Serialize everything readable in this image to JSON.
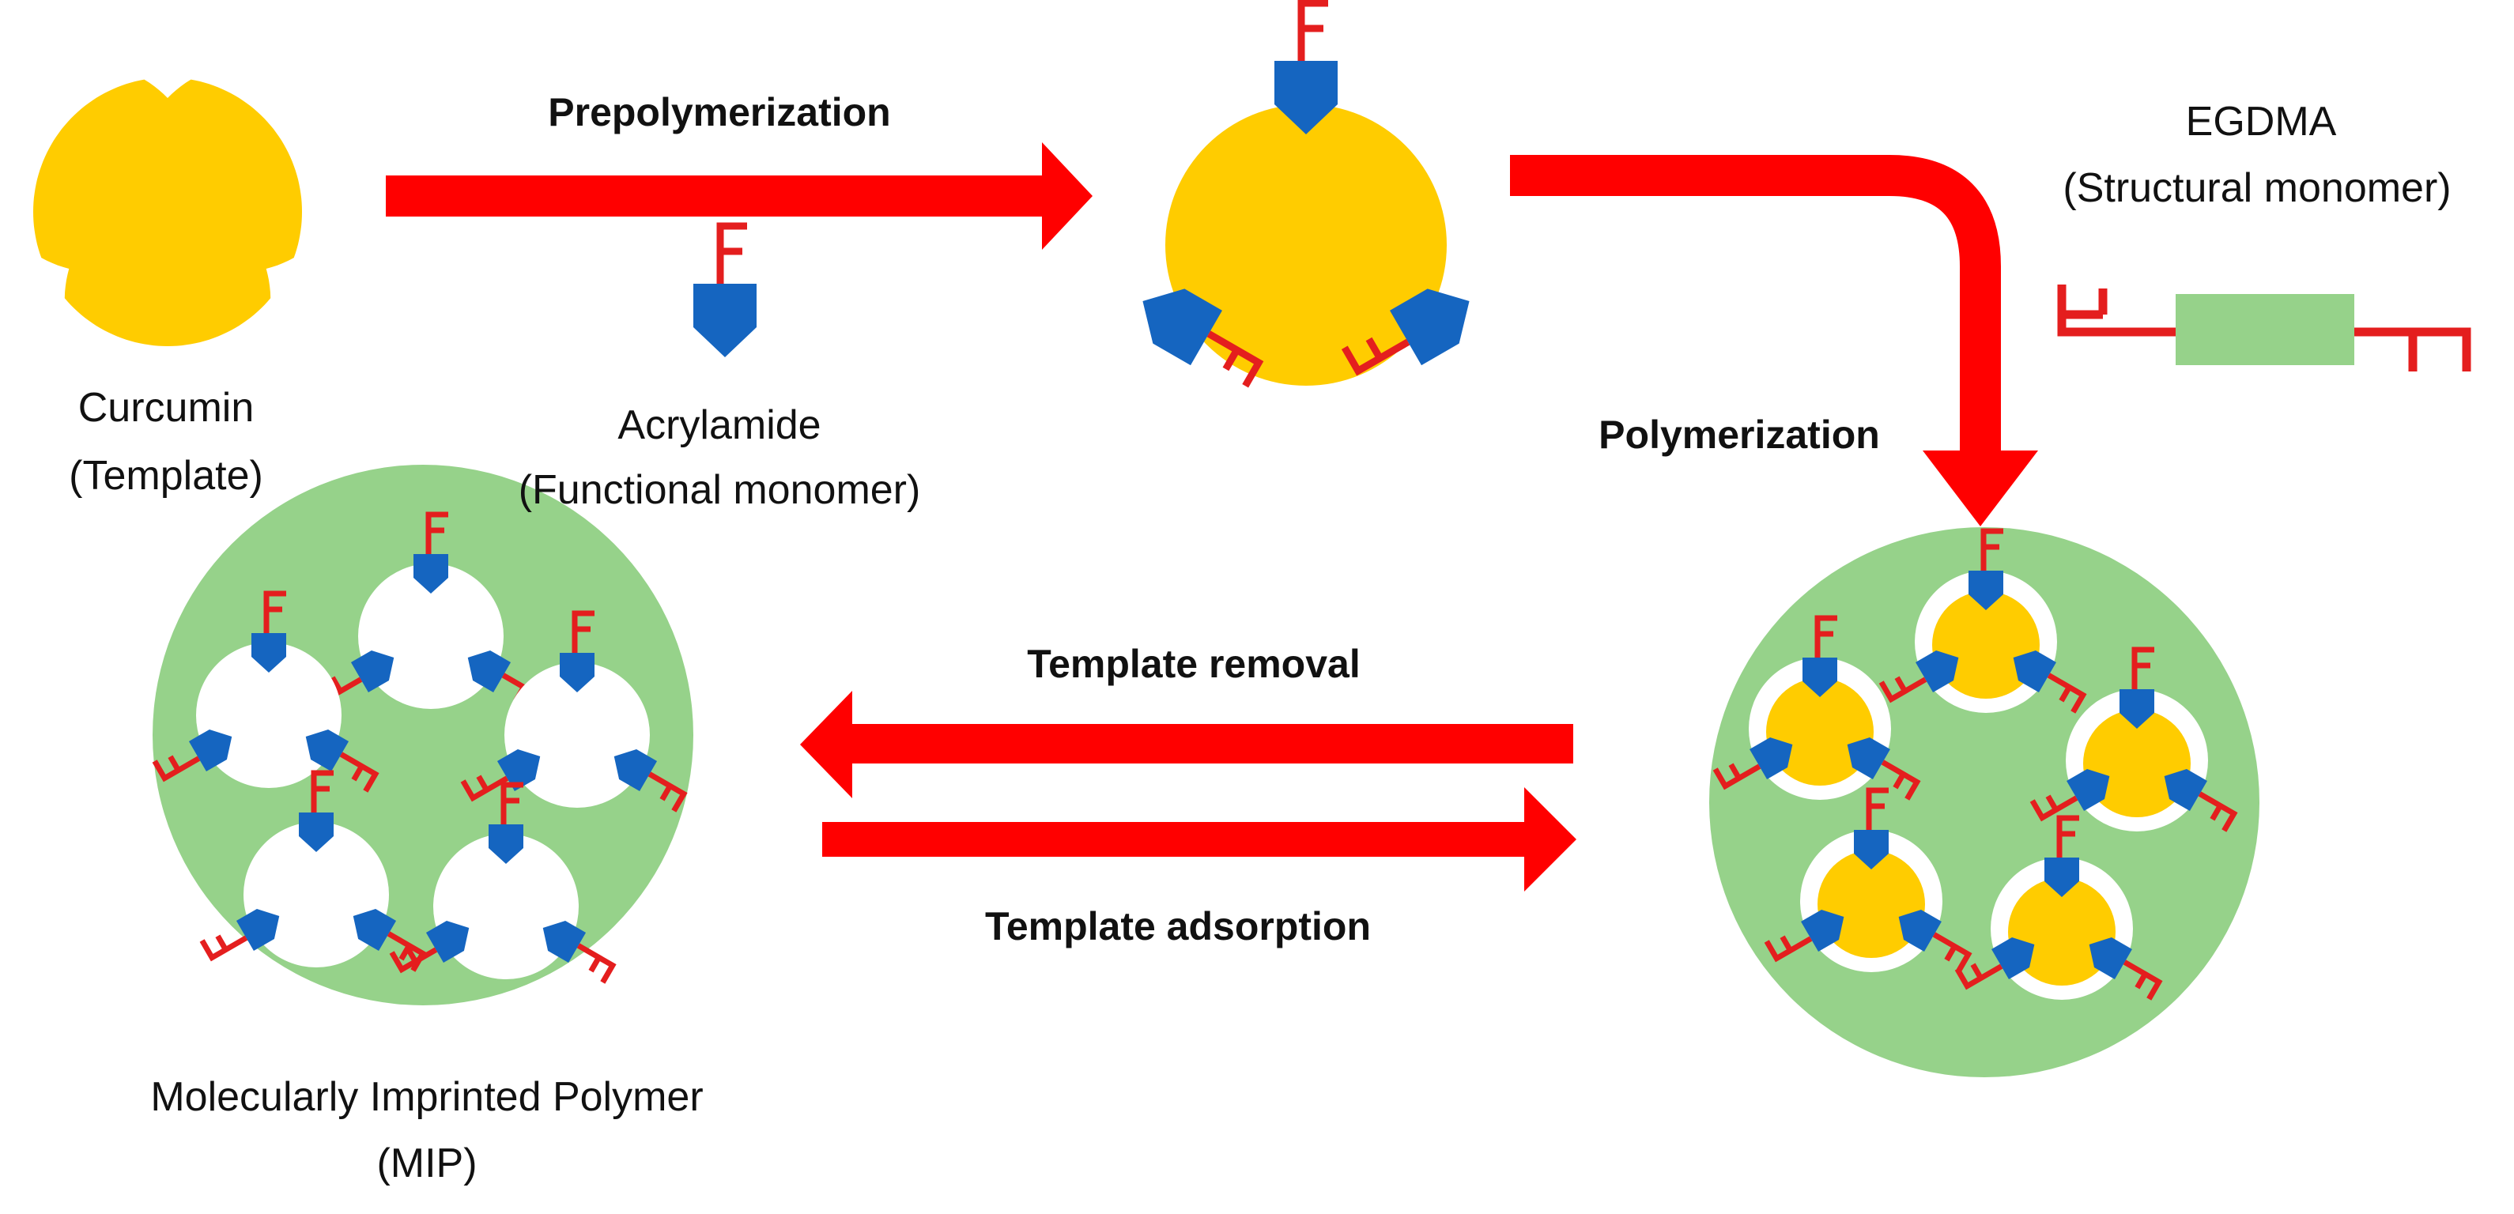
{
  "colors": {
    "template": "#FFCC00",
    "functional_monomer": "#1565C0",
    "vinyl_group": "#E41E1E",
    "polymer": "#96D28A",
    "arrow": "#FF0000",
    "crosslinker_body": "#96D28A"
  },
  "labels": {
    "curcumin": "Curcumin",
    "template": "(Template)",
    "acrylamide": "Acrylamide",
    "functional_monomer": "(Functional monomer)",
    "egdma": "EGDMA",
    "structural_monomer": "(Structural monomer)",
    "mip": "Molecularly Imprinted Polymer",
    "mip_abbr": "(MIP)"
  },
  "steps": {
    "prepolymerization": "Prepolymerization",
    "polymerization": "Polymerization",
    "template_removal": "Template removal",
    "template_adsorption": "Template adsorption"
  },
  "glyphs": {
    "vinyl": "F"
  }
}
